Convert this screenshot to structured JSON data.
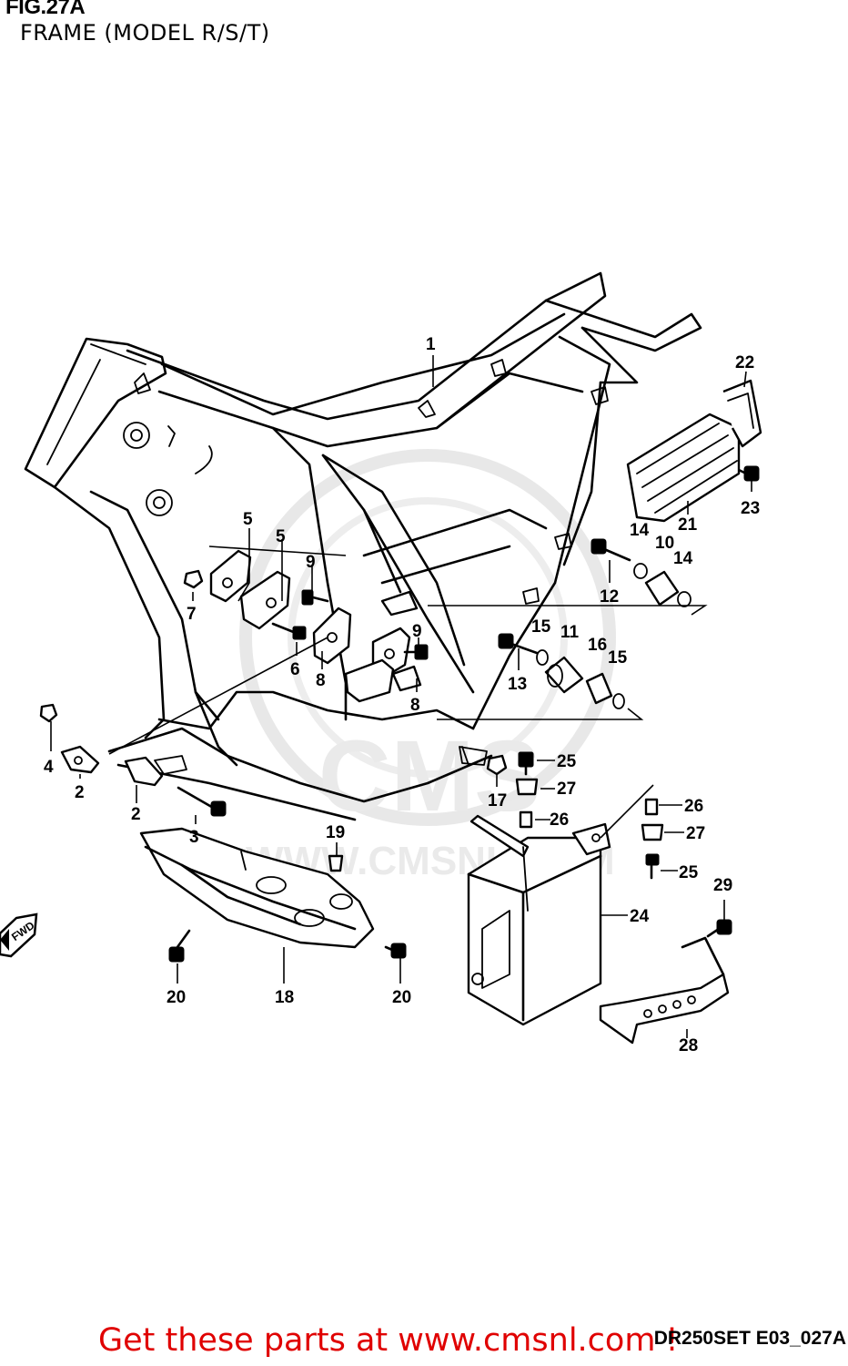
{
  "figure": {
    "number": "FIG.27A",
    "title": "FRAME (MODEL R/S/T)"
  },
  "watermark": {
    "logo": "CMS",
    "url": "WWW.CMSNL.COM"
  },
  "direction_tag": "FWD",
  "callouts": [
    "1",
    "2",
    "2",
    "3",
    "4",
    "5",
    "5",
    "6",
    "7",
    "8",
    "8",
    "9",
    "9",
    "10",
    "11",
    "12",
    "13",
    "14",
    "14",
    "15",
    "15",
    "16",
    "17",
    "18",
    "19",
    "20",
    "20",
    "21",
    "22",
    "23",
    "24",
    "25",
    "25",
    "26",
    "26",
    "27",
    "27",
    "28",
    "29"
  ],
  "footer": {
    "ad_text": "Get these parts at www.cmsnl.com !",
    "diagram_code": "DR250SET E03_027A"
  }
}
